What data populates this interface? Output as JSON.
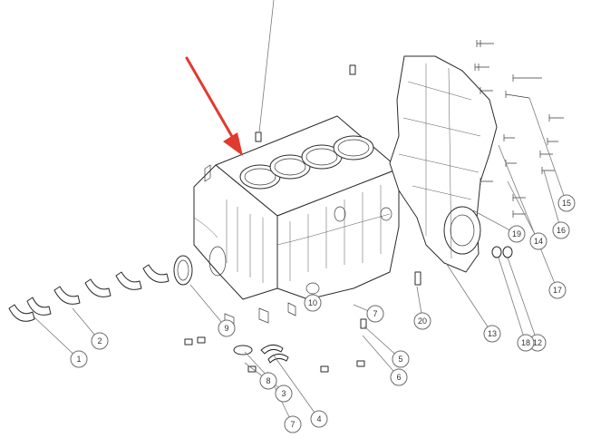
{
  "diagram": {
    "callouts": [
      {
        "id": "c1",
        "label": "1"
      },
      {
        "id": "c2",
        "label": "2"
      },
      {
        "id": "c3",
        "label": "3"
      },
      {
        "id": "c4",
        "label": "4"
      },
      {
        "id": "c5",
        "label": "5"
      },
      {
        "id": "c6",
        "label": "6"
      },
      {
        "id": "c7a",
        "label": "7"
      },
      {
        "id": "c7b",
        "label": "7"
      },
      {
        "id": "c8",
        "label": "8"
      },
      {
        "id": "c9",
        "label": "9"
      },
      {
        "id": "c10",
        "label": "10"
      },
      {
        "id": "c12",
        "label": "12"
      },
      {
        "id": "c13",
        "label": "13"
      },
      {
        "id": "c14",
        "label": "14"
      },
      {
        "id": "c15",
        "label": "15"
      },
      {
        "id": "c16",
        "label": "16"
      },
      {
        "id": "c17",
        "label": "17"
      },
      {
        "id": "c18",
        "label": "18"
      },
      {
        "id": "c19",
        "label": "19"
      },
      {
        "id": "c20",
        "label": "20"
      }
    ],
    "highlight_arrow_color": "#e23a2f",
    "line_color": "#2a2a2a"
  }
}
